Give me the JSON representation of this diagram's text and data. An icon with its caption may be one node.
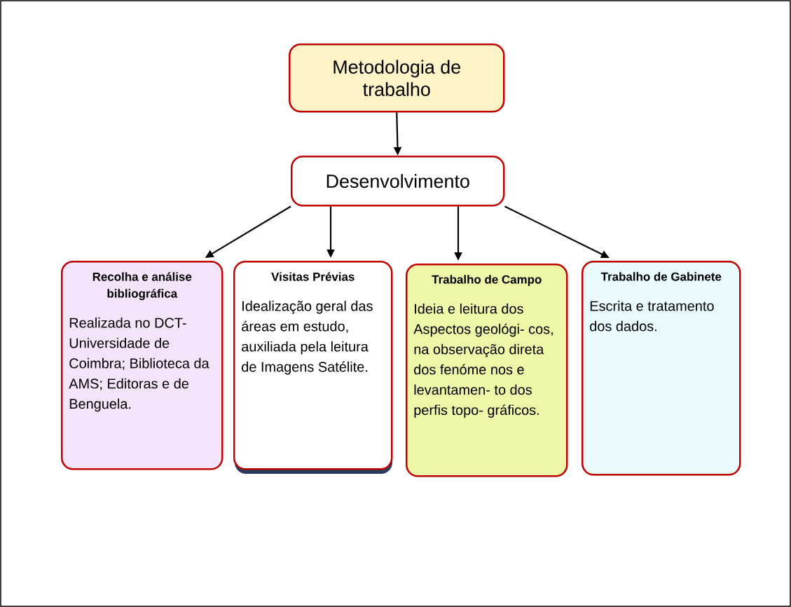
{
  "diagram": {
    "nodes": [
      {
        "text": [
          "Metodologia de trabalho"
        ]
      },
      {
        "text": [
          "Desenvolvimento"
        ]
      },
      {
        "text": [
          "Recolha e análise bibliográfica",
          "Realizada no DCT- Universidade de Coimbra; Biblioteca da AMS; Editoras e de Benguela."
        ]
      },
      {
        "text": [
          "Visitas Prévias",
          "Idealização geral das áreas em estudo, auxiliada pela leitura de Imagens Satélite."
        ]
      },
      {
        "text": [
          "Trabalho de Campo",
          "Ideia e leitura dos Aspectos geológi- cos, na observação direta dos fenóme nos e levantamen- to dos perfis topo- gráficos."
        ]
      },
      {
        "text": [
          "Trabalho de Gabinete",
          "Escrita e tratamento dos dados."
        ]
      }
    ],
    "edges": [
      {
        "from": 0,
        "to": 1,
        "arrow": "to"
      },
      {
        "from": 1,
        "to": 2,
        "arrow": "to"
      },
      {
        "from": 1,
        "to": 3,
        "arrow": "to"
      },
      {
        "from": 1,
        "to": 4,
        "arrow": "to"
      },
      {
        "from": 1,
        "to": 5,
        "arrow": "to"
      }
    ]
  }
}
